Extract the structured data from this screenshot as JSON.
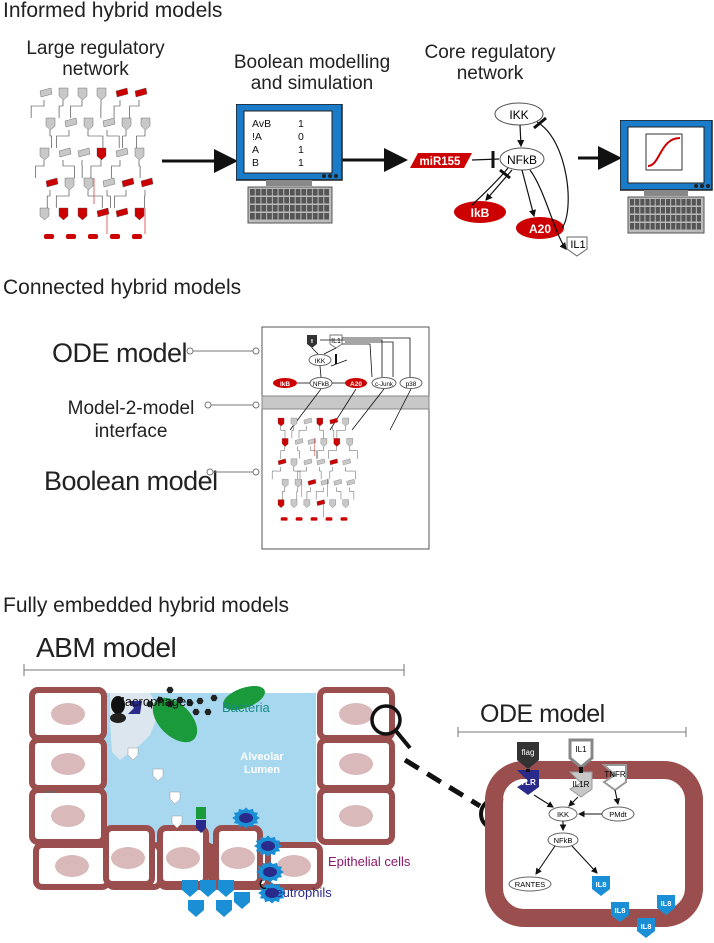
{
  "sections": {
    "informed": "Informed hybrid models",
    "connected": "Connected hybrid models",
    "embedded": "Fully embedded hybrid models"
  },
  "informed": {
    "large_network": "Large regulatory network",
    "boolean_modelling": "Boolean modelling and simulation",
    "core_network": "Core regulatory network",
    "monitor_table": [
      [
        "AvB",
        "1"
      ],
      [
        "!A",
        "0"
      ],
      [
        "A",
        "1"
      ],
      [
        "B",
        "1"
      ]
    ],
    "core_nodes": {
      "ikk": "IKK",
      "nfkb": "NFkB",
      "mir155": "miR155",
      "ikb": "IkB",
      "a20": "A20",
      "il1": "IL1"
    }
  },
  "connected": {
    "ode_model": "ODE model",
    "interface": "Model-2-model interface",
    "boolean_model": "Boolean model",
    "nodes": {
      "il1": "IL1",
      "ikk": "IKK",
      "ikb": "IkB",
      "nfkb": "NFkB",
      "a20": "A20",
      "cjunk": "c-Junk",
      "p38": "p38"
    }
  },
  "embedded": {
    "abm_model": "ABM model",
    "ode_model": "ODE model",
    "macrophages": "Macrophages",
    "bacteria": "Bacteria",
    "alveolar_lumen": "Alveolar Lumen",
    "epithelial_cells": "Epithelial cells",
    "neutrophils": "Neutrophils",
    "ode_nodes": {
      "flag": "flag",
      "il1": "IL1",
      "tnfr": "TNFR",
      "tlr": "TLR",
      "il1r": "IL1R",
      "ikk": "IKK",
      "pmdt": "PMdt",
      "nfkb": "NFkB",
      "rantes": "RANTES",
      "il8": "IL8"
    }
  },
  "colors": {
    "red": "#cc0000",
    "gray": "#c8c8c8",
    "blue_screen": "#1a7bc8",
    "lumen": "#a8d8f0",
    "cell_wall": "#9a4e4e",
    "nucleus": "#d9b9b9",
    "bacteria": "#1a9a3a",
    "il8": "#1a8fd6",
    "tlr": "#2a2a8a"
  }
}
